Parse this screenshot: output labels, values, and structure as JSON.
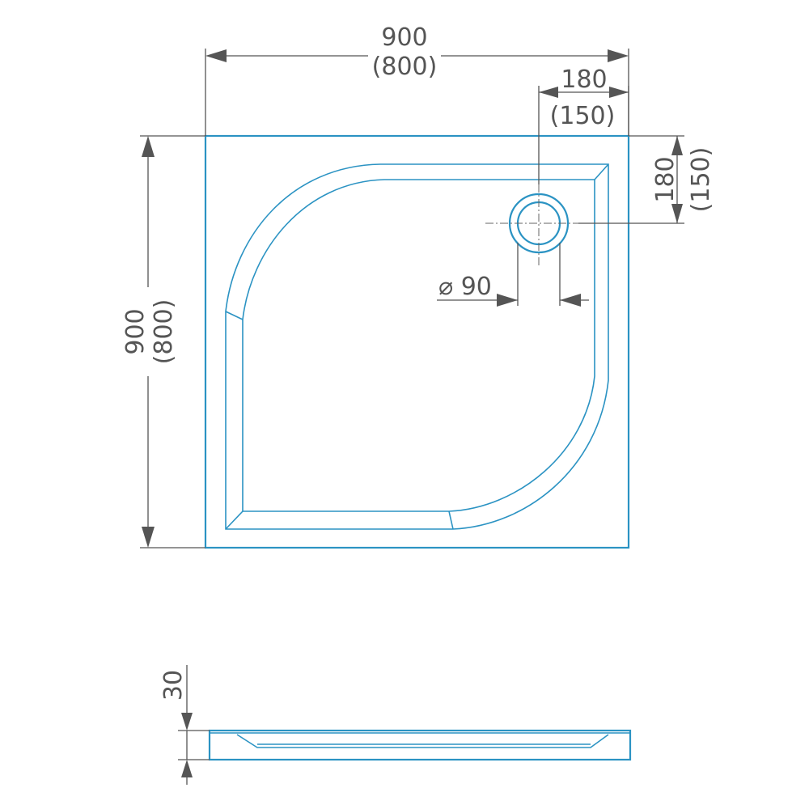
{
  "dimensions": {
    "width_main": "900",
    "width_alt": "(800)",
    "height_main": "900",
    "height_alt": "(800)",
    "drain_x_main": "180",
    "drain_x_alt": "(150)",
    "drain_y_main": "180",
    "drain_y_alt": "(150)",
    "drain_diameter": "⌀ 90",
    "side_height": "30"
  },
  "colors": {
    "tray_outline": "#2b93c3",
    "dimension": "#555555"
  }
}
